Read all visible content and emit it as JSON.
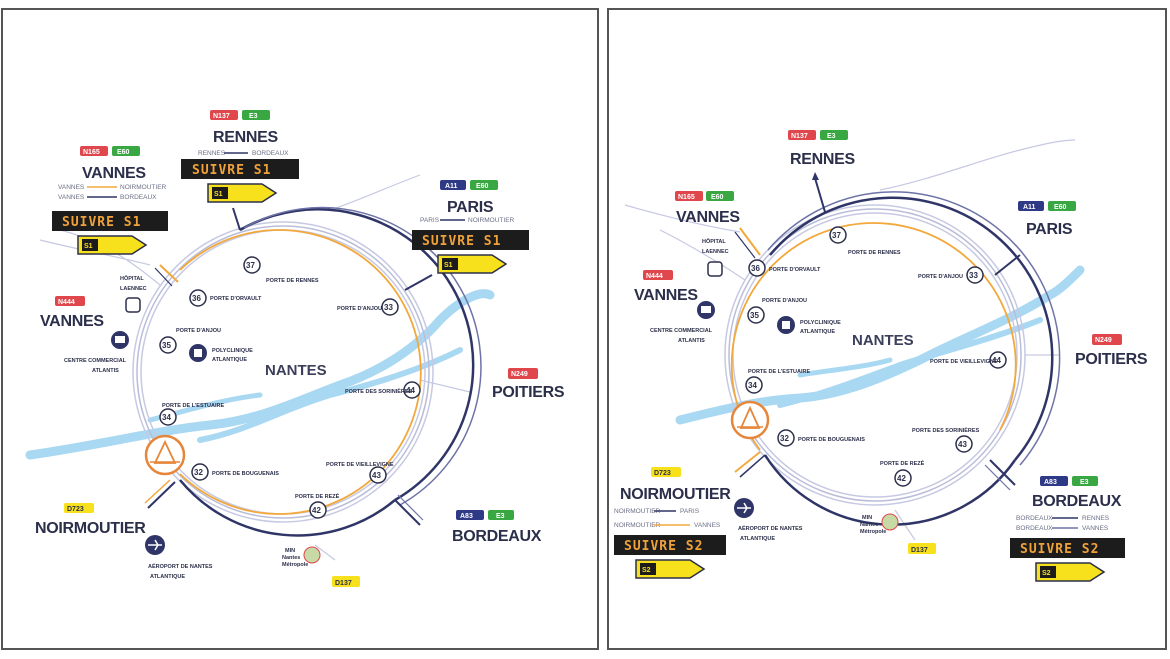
{
  "panels": [
    {
      "id": "left",
      "center_label": "NANTES",
      "cities": {
        "rennes": "RENNES",
        "vannes_top": "VANNES",
        "vannes_left": "VANNES",
        "paris": "PARIS",
        "poitiers": "POITIERS",
        "noirmoutier": "NOIRMOUTIER",
        "bordeaux": "BORDEAUX"
      },
      "badges": {
        "rennes": [
          "N137",
          "E3"
        ],
        "vannes_top": [
          "N165",
          "E60"
        ],
        "vannes_left": "N444",
        "paris": [
          "A11",
          "E60"
        ],
        "poitiers": "N249",
        "noirmoutier": "D723",
        "bordeaux": [
          "A83",
          "E3"
        ],
        "d137": "D137"
      },
      "routes": {
        "rennes": [
          "RENNES",
          "BORDEAUX"
        ],
        "vannes_1": [
          "VANNES",
          "NOIRMOUTIER"
        ],
        "vannes_2": [
          "VANNES",
          "BORDEAUX"
        ],
        "paris": [
          "PARIS",
          "NOIRMOUTIER"
        ]
      },
      "vms": {
        "rennes": "SUIVRE S1",
        "vannes": "SUIVRE S1",
        "paris": "SUIVRE S1"
      },
      "route_sign": "S1",
      "exits": [
        {
          "n": "37",
          "label": "PORTE DE RENNES"
        },
        {
          "n": "36",
          "label": "PORTE D'ORVAULT"
        },
        {
          "n": "35",
          "label": "PORTE D'ANJOU"
        },
        {
          "n": "34",
          "label": "PORTE DE L'ESTUAIRE"
        },
        {
          "n": "33",
          "label": "PORTE D'ANJOU"
        },
        {
          "n": "44",
          "label": "PORTE DES SORINIÈRES"
        },
        {
          "n": "43",
          "label": "PORTE DE VIEILLEVIGNE"
        },
        {
          "n": "42",
          "label": "PORTE DE REZÉ"
        },
        {
          "n": "32",
          "label": "PORTE DE BOUGUENAIS"
        }
      ],
      "pois": {
        "hospital": [
          "HÔPITAL",
          "LAENNEC"
        ],
        "mall": [
          "CENTRE COMMERCIAL",
          "ATLANTIS"
        ],
        "polyclinic": [
          "POLYCLINIQUE",
          "ATLANTIQUE"
        ],
        "airport": [
          "AÉROPORT DE NANTES",
          "ATLANTIQUE"
        ],
        "metropole": [
          "MIN",
          "Nantes",
          "Métropole"
        ]
      }
    },
    {
      "id": "right",
      "center_label": "NANTES",
      "cities": {
        "rennes": "RENNES",
        "vannes_top": "VANNES",
        "vannes_left": "VANNES",
        "paris": "PARIS",
        "poitiers": "POITIERS",
        "noirmoutier": "NOIRMOUTIER",
        "bordeaux": "BORDEAUX"
      },
      "badges": {
        "rennes": [
          "N137",
          "E3"
        ],
        "vannes_top": [
          "N165",
          "E60"
        ],
        "vannes_left": "N444",
        "paris": [
          "A11",
          "E60"
        ],
        "poitiers": "N249",
        "noirmoutier": "D723",
        "bordeaux": [
          "A83",
          "E3"
        ],
        "d137": "D137"
      },
      "routes": {
        "noirmoutier_1": [
          "NOIRMOUTIER",
          "PARIS"
        ],
        "noirmoutier_2": [
          "NOIRMOUTIER",
          "VANNES"
        ],
        "bordeaux_1": [
          "BORDEAUX",
          "RENNES"
        ],
        "bordeaux_2": [
          "BORDEAUX",
          "VANNES"
        ]
      },
      "vms": {
        "noirmoutier": "SUIVRE S2",
        "bordeaux": "SUIVRE S2"
      },
      "route_sign": "S2",
      "exits": [
        {
          "n": "37",
          "label": "PORTE DE RENNES"
        },
        {
          "n": "36",
          "label": "PORTE D'ORVAULT"
        },
        {
          "n": "35",
          "label": "PORTE D'ANJOU"
        },
        {
          "n": "34",
          "label": "PORTE DE L'ESTUAIRE"
        },
        {
          "n": "33",
          "label": "PORTE D'ANJOU"
        },
        {
          "n": "44",
          "label": "PORTE DE VIEILLEVIGNE"
        },
        {
          "n": "43",
          "label": "PORTE DES SORINIÈRES"
        },
        {
          "n": "42",
          "label": "PORTE DE REZÉ"
        },
        {
          "n": "32",
          "label": "PORTE DE BOUGUENAIS"
        }
      ],
      "pois": {
        "hospital": [
          "HÔPITAL",
          "LAENNEC"
        ],
        "mall": [
          "CENTRE COMMERCIAL",
          "ATLANTIS"
        ],
        "polyclinic": [
          "POLYCLINIQUE",
          "ATLANTIQUE"
        ],
        "airport": [
          "AÉROPORT DE NANTES",
          "ATLANTIQUE"
        ],
        "metropole": [
          "MIN",
          "Nantes",
          "Métropole"
        ]
      }
    }
  ],
  "colors": {
    "ring_dark": "#2f3566",
    "ring_mid": "#6d73a6",
    "ring_light": "#b9bdd8",
    "ring_orange": "#f2a83b",
    "river": "#a9d8f2",
    "red": "#e0474c",
    "green": "#39a843",
    "navy": "#2f3a86",
    "yellow": "#f7e11c",
    "vms_bg": "#1c1c1c",
    "bridge": "#e6863a"
  }
}
